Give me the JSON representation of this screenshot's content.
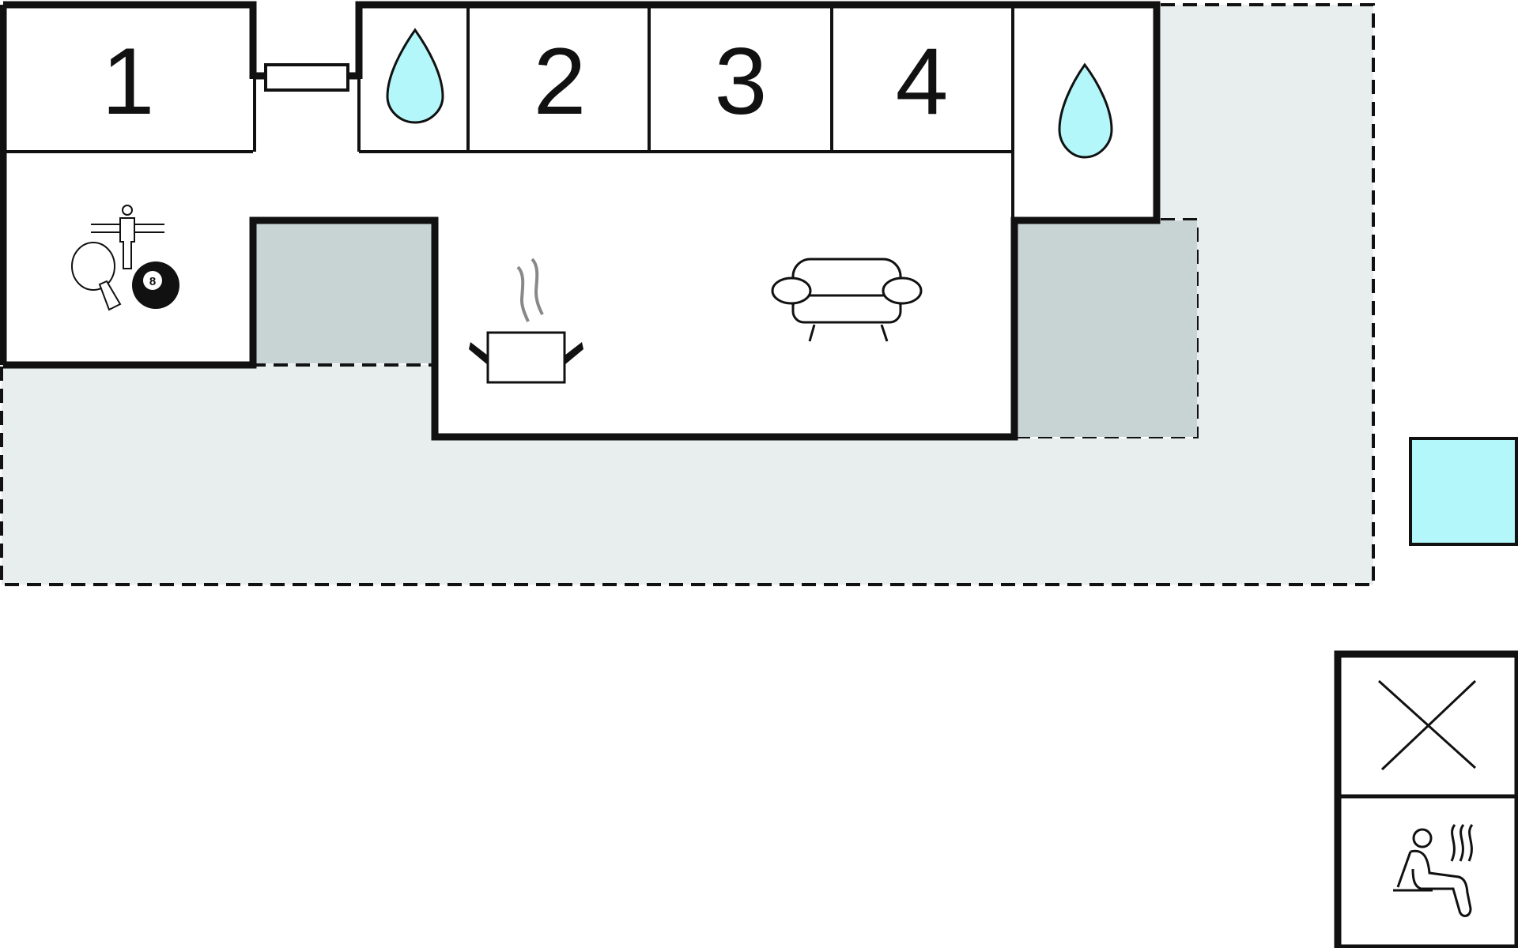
{
  "rooms": {
    "bedroom_1": {
      "label": "1"
    },
    "bedroom_2": {
      "label": "2"
    },
    "bedroom_3": {
      "label": "3"
    },
    "bedroom_4": {
      "label": "4"
    }
  },
  "icons": {
    "bathroom_left": "water-drop-icon",
    "bathroom_right": "water-drop-icon",
    "games_room": [
      "table-football-icon",
      "table-tennis-icon",
      "billiard-ball-icon"
    ],
    "billiard_ball_label": "8",
    "kitchen": "cooking-pot-icon",
    "living_room": "sofa-icon",
    "pool": "pool-square",
    "legend_top": "close-x-icon",
    "legend_bottom": "sauna-icon"
  },
  "colors": {
    "wall": "#111111",
    "water": "#b3f7fa",
    "terrace": "#e8eeee",
    "covered_terrace": "#c8d4d4",
    "background": "#ffffff"
  }
}
